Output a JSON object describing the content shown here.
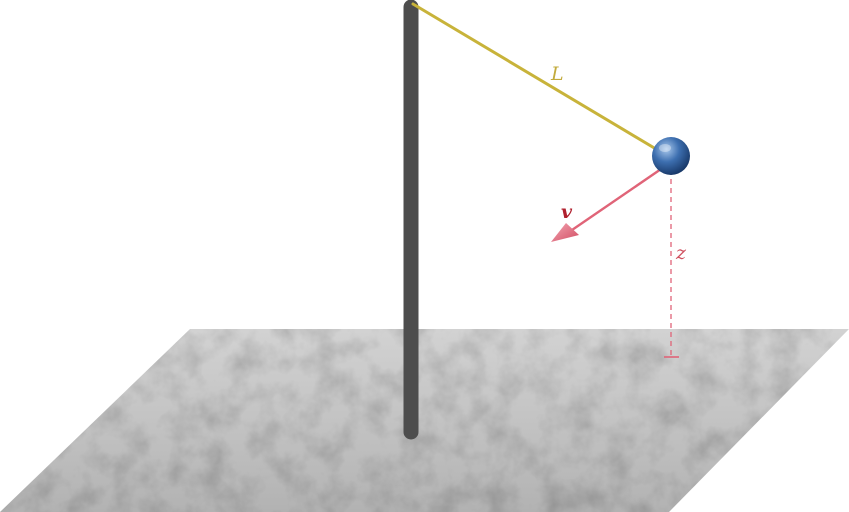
{
  "labels": {
    "length": "L",
    "velocity": "v",
    "height": "z"
  },
  "colors": {
    "pole": "#4d4d4d",
    "string": "#c8b33a",
    "string_label": "#c2ab3e",
    "bob_light": "#a9c8ec",
    "bob_mid": "#3d6fb0",
    "bob_dark": "#12305e",
    "velocity_arrow": "#e06478",
    "velocity_label": "#b0202e",
    "height_line": "#e06478",
    "height_label": "#d0505f",
    "ground_base": "#c3c3c3",
    "ground_light": "#d2d2d2",
    "ground_dark": "#b2b2b2"
  }
}
